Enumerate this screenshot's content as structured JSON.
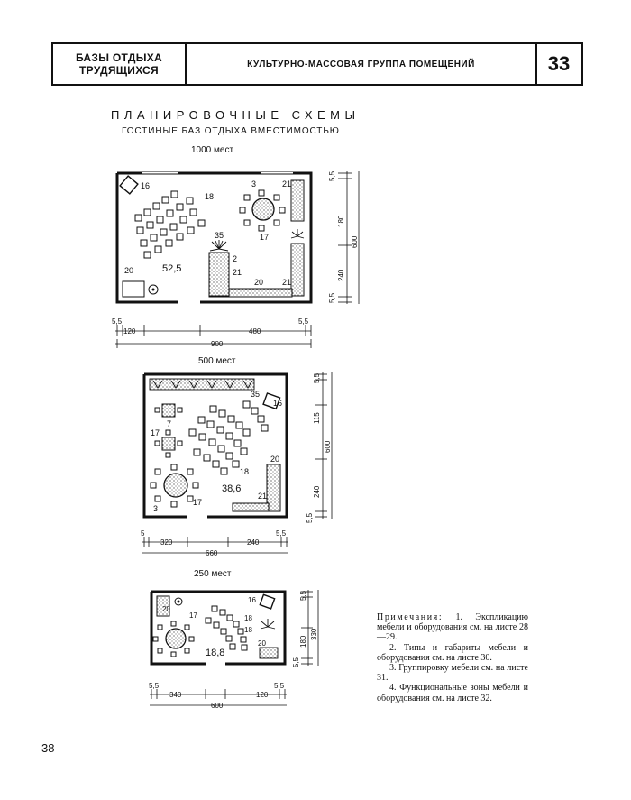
{
  "header": {
    "section_line1": "БАЗЫ ОТДЫХА",
    "section_line2": "ТРУДЯЩИХСЯ",
    "topic": "КУЛЬТУРНО-МАССОВАЯ ГРУППА ПОМЕЩЕНИЙ",
    "sheet_number": "33"
  },
  "title": "ПЛАНИРОВОЧНЫЕ СХЕМЫ",
  "subtitle": "ГОСТИНЫЕ БАЗ ОТДЫХА ВМЕСТИМОСТЬЮ",
  "plans": [
    {
      "capacity": "1000 мест",
      "area": "52,5",
      "labels": [
        "16",
        "18",
        "3",
        "21",
        "17",
        "35",
        "2",
        "21",
        "20",
        "20",
        "21"
      ],
      "dims": [
        "5,5",
        "180",
        "600",
        "240",
        "5,5",
        "5,5",
        "120",
        "480",
        "5,5",
        "900"
      ]
    },
    {
      "capacity": "500 мест",
      "area": "38,6",
      "labels": [
        "35",
        "16",
        "7",
        "17",
        "18",
        "20",
        "21",
        "3",
        "17"
      ],
      "dims": [
        "5,5",
        "115",
        "600",
        "240",
        "5,5",
        "5",
        "320",
        "240",
        "5,5",
        "660"
      ]
    },
    {
      "capacity": "250 мест",
      "area": "18,8",
      "labels": [
        "20",
        "17",
        "16",
        "18",
        "18",
        "20"
      ],
      "dims": [
        "5,5",
        "180",
        "330",
        "5,5",
        "5,5",
        "340",
        "120",
        "5,5",
        "600"
      ]
    }
  ],
  "notes": {
    "heading": "Примечания:",
    "items": [
      "1. Экспликацию мебели и оборудования см. на листе 28—29.",
      "2. Типы и габариты мебели и оборудования см. на листе 30.",
      "3. Группировку мебели см. на листе 31.",
      "4. Функциональные зоны мебели и оборудования см. на листе 32."
    ]
  },
  "page_number": "38"
}
